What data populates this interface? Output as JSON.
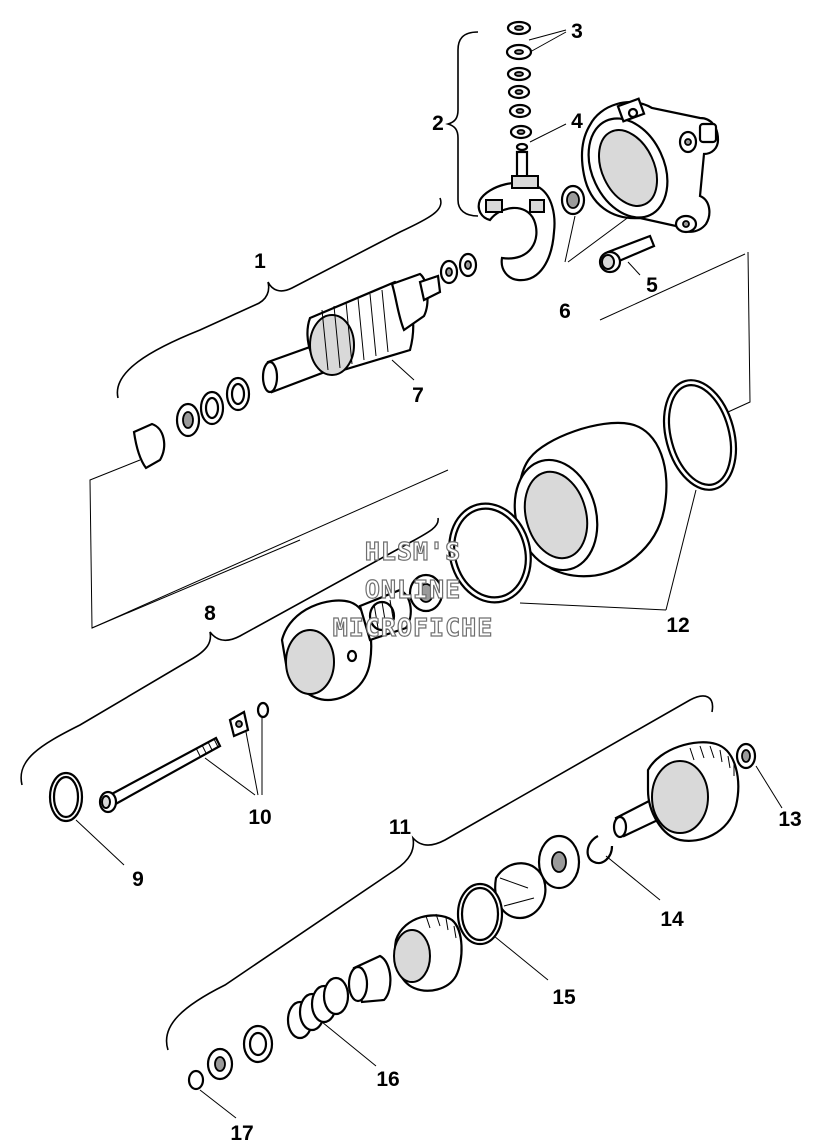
{
  "callouts": [
    "1",
    "2",
    "3",
    "4",
    "5",
    "6",
    "7",
    "8",
    "9",
    "10",
    "11",
    "12",
    "13",
    "14",
    "15",
    "16",
    "17"
  ],
  "watermark": {
    "line1": "HLSM'S",
    "line2": "ONLINE",
    "line3": "MICROFICHE"
  },
  "icons": [
    "starter-motor-exploded-view"
  ]
}
